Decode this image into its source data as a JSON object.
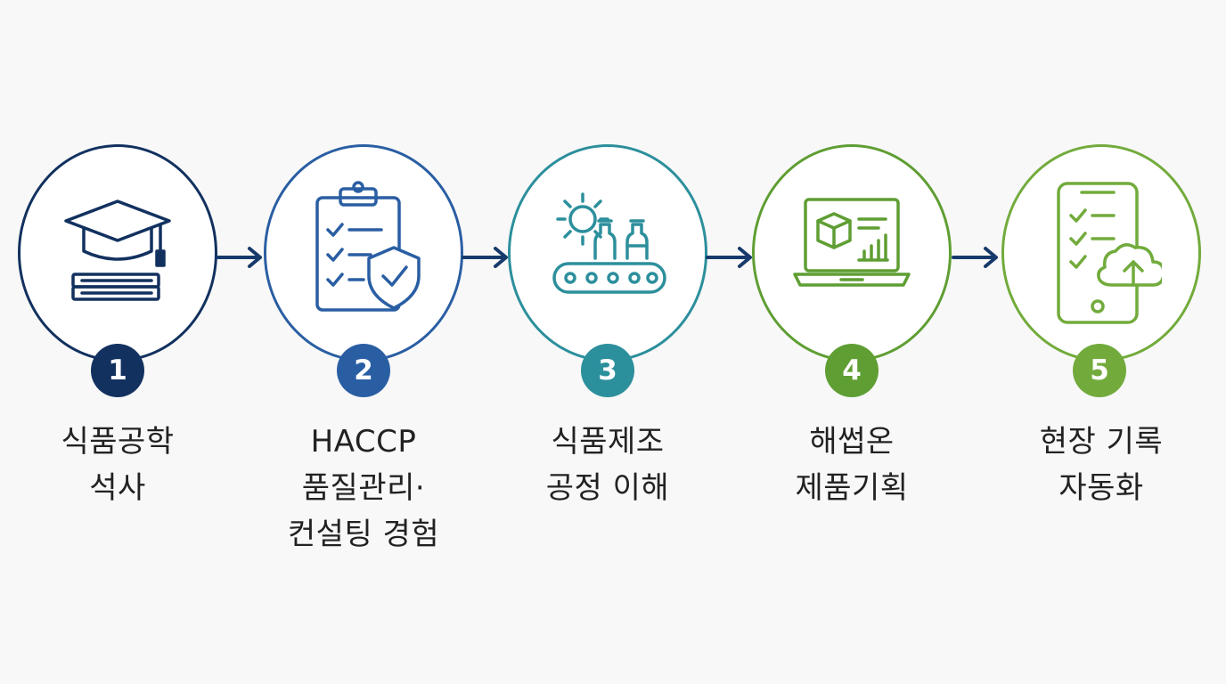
{
  "colors": {
    "step1": "#12315f",
    "step2": "#2a5ea3",
    "step3": "#2c8f9c",
    "step4": "#5f9e33",
    "step5": "#72ab3c",
    "arrow": "#163a6b",
    "text": "#222222"
  },
  "steps": [
    {
      "number": "1",
      "icon": "graduation-cap-and-books-icon",
      "label_lines": [
        "식품공학",
        "석사"
      ]
    },
    {
      "number": "2",
      "icon": "clipboard-checklist-shield-icon",
      "label_lines": [
        "HACCP",
        "품질관리·",
        "컨설팅 경험"
      ]
    },
    {
      "number": "3",
      "icon": "gear-bottles-conveyor-icon",
      "label_lines": [
        "식품제조",
        "공정 이해"
      ]
    },
    {
      "number": "4",
      "icon": "laptop-box-chart-icon",
      "label_lines": [
        "해썹온",
        "제품기획"
      ]
    },
    {
      "number": "5",
      "icon": "phone-checklist-cloud-upload-icon",
      "label_lines": [
        "현장 기록",
        "자동화"
      ]
    }
  ]
}
